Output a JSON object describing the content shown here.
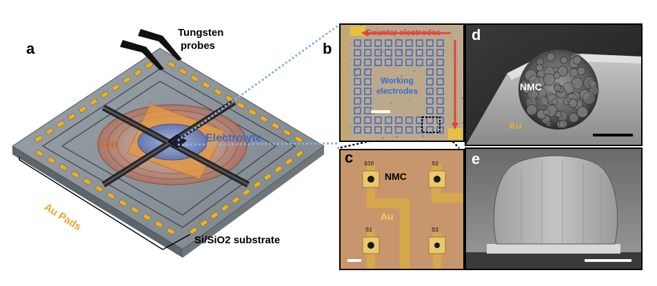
{
  "panel_a": {
    "letter": "a",
    "probes_label": "Tungsten\nprobes",
    "probes_line1": "Tungsten",
    "probes_line2": "probes",
    "cap_label": "Cap",
    "electrolyte_label": "Electrolyte",
    "pads_label": "Au Pads",
    "substrate_label": "Si/SiO2 substrate"
  },
  "panel_b": {
    "letter": "b",
    "counter_label": "Counter electrodes",
    "working_line1": "Working",
    "working_line2": "electrodes"
  },
  "panel_c": {
    "letter": "c",
    "nmc_label": "NMC",
    "au_label": "Au",
    "pad_tl": "S10",
    "pad_tr": "S2",
    "pad_bl": "S1",
    "pad_br": "S3"
  },
  "panel_d": {
    "letter": "d",
    "nmc_label": "NMC",
    "au_label": "Au"
  },
  "panel_e": {
    "letter": "e"
  },
  "colors": {
    "gold": "#e8b030",
    "cap_orange": "#c8743c",
    "electrolyte_blue": "#4a74c8",
    "counter_red": "#e04040",
    "dotted_blue": "#8ab4e0"
  }
}
